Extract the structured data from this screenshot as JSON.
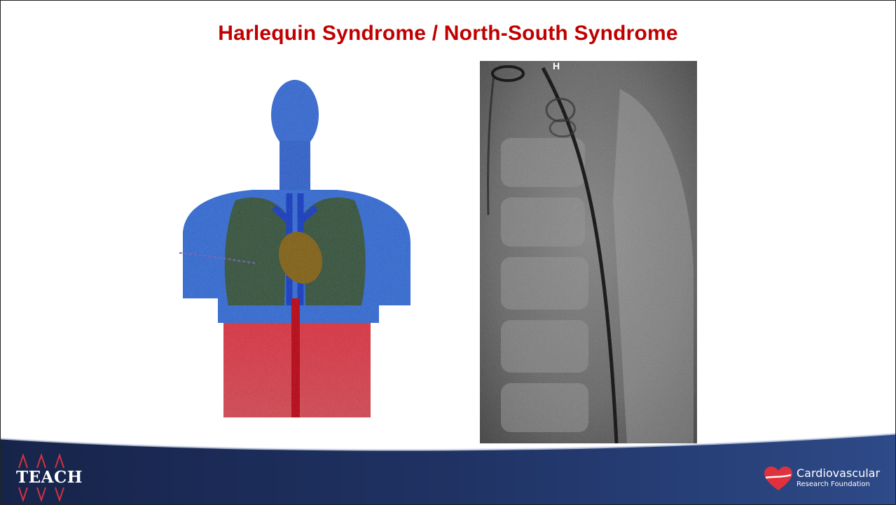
{
  "slide": {
    "title": "Harlequin Syndrome / North-South Syndrome"
  },
  "branding": {
    "left_logo_text": "TEACH",
    "right_logo_name": "Cardiovascular",
    "right_logo_subtitle": "Research Foundation"
  },
  "images": {
    "left": "harlequin-body-illustration",
    "right": "chest-fluoroscopy-image",
    "xray_marker": "H"
  },
  "colors": {
    "title": "#c00000",
    "illustration_upper": "#3a6fd6",
    "illustration_lower": "#dd2b3b",
    "footer_dark": "#1c2b54",
    "footer_light": "#2f4a86"
  }
}
